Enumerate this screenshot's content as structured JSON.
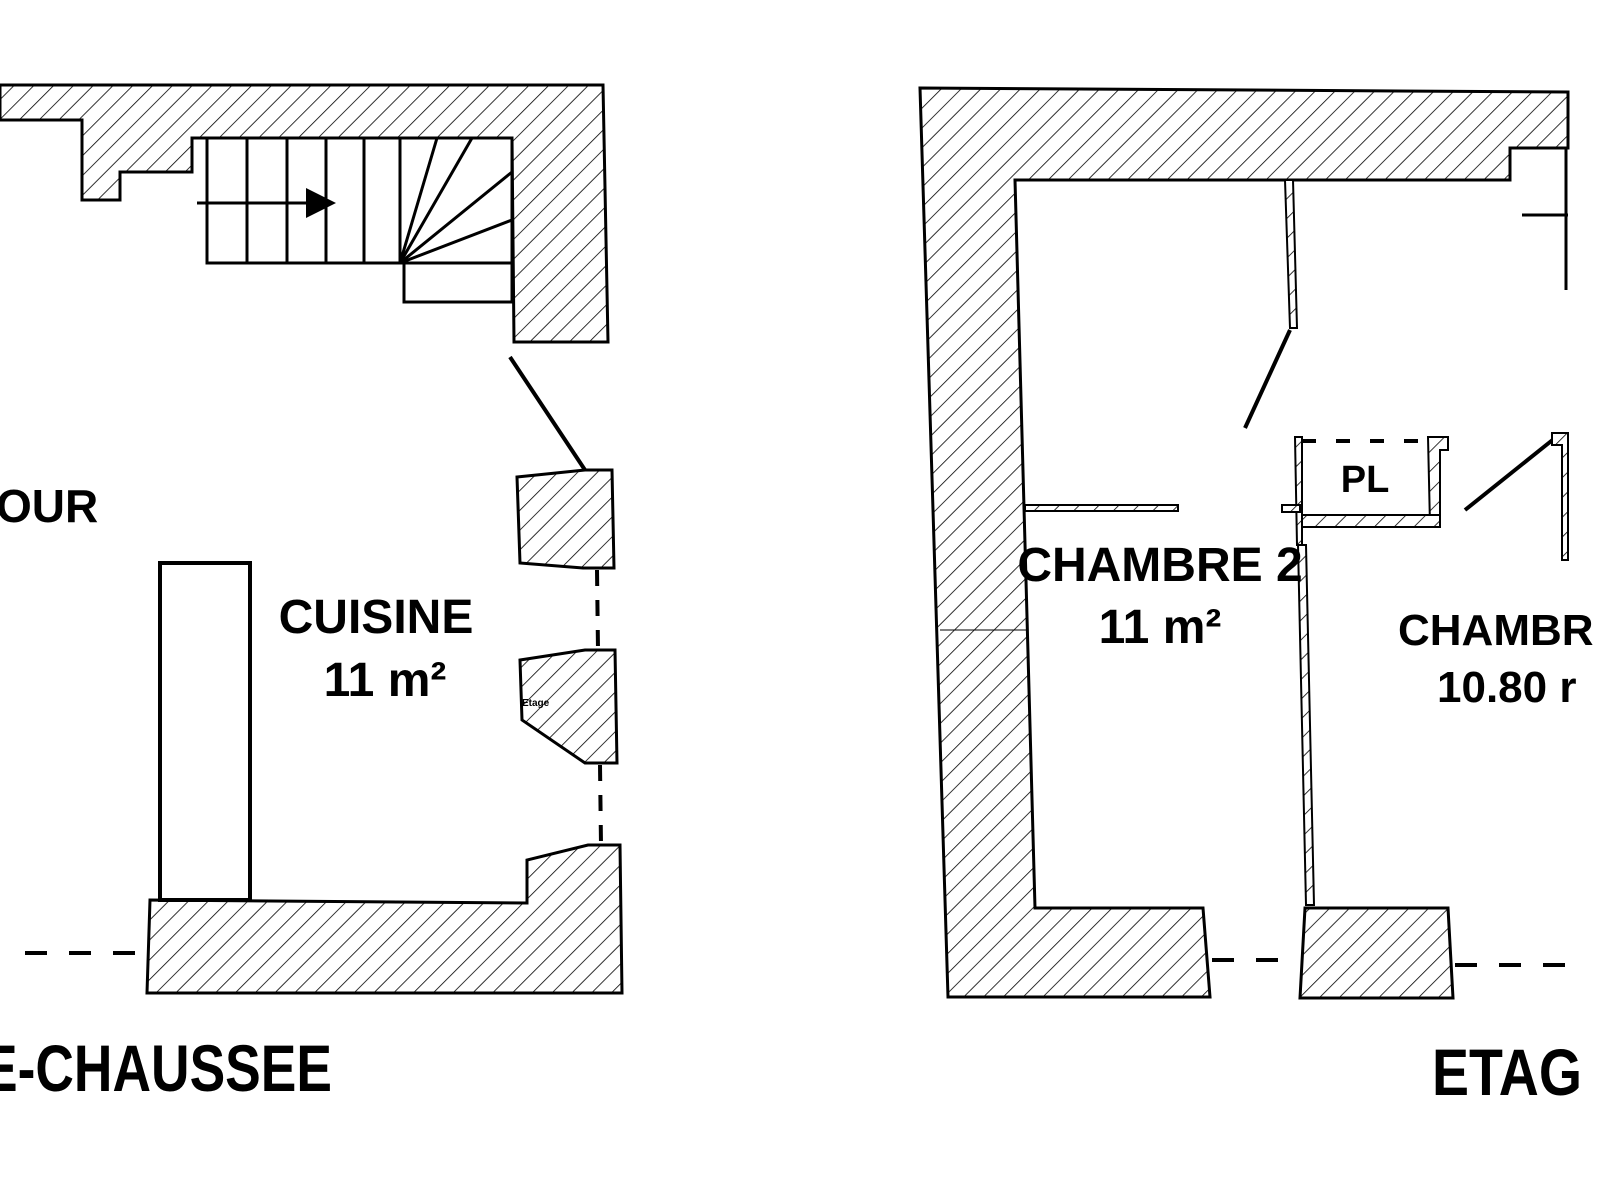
{
  "ground_floor": {
    "title": "E-CHAUSSEE",
    "room_left": "OUR",
    "kitchen": {
      "name": "CUISINE",
      "area": "11 m²"
    },
    "small_note": "Etage"
  },
  "upper_floor": {
    "title": "ETAG",
    "bedroom2": {
      "name": "CHAMBRE 2",
      "area": "11 m²"
    },
    "bedroom_right": {
      "name": "CHAMBR",
      "area": "10.80 r"
    },
    "closet": "PL"
  }
}
